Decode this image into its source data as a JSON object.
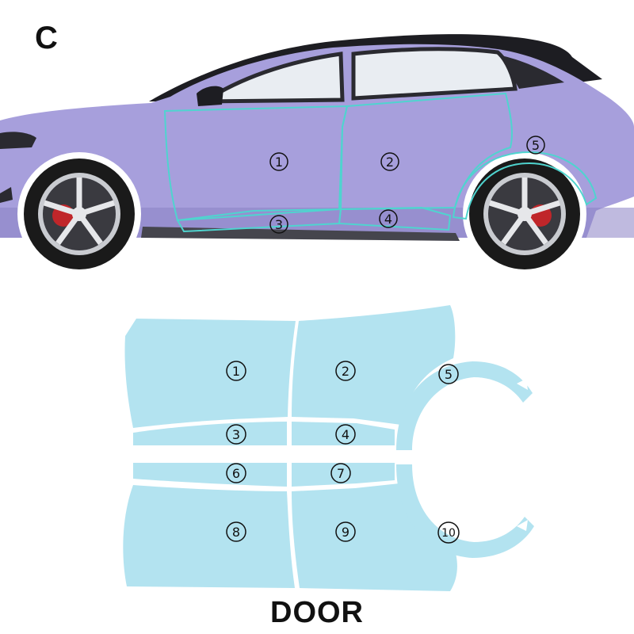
{
  "page_letter": "C",
  "footer_label": "DOOR",
  "colors": {
    "car_body": "#a79fdc",
    "car_body_dark": "#8a82c4",
    "film_outline": "#4fd4cf",
    "film_fill": "#b3e3f0",
    "window": "#e9edf2",
    "roof": "#1d1d22",
    "tire": "#1a1a1a",
    "trim": "#45454d"
  },
  "car_part_labels": [
    {
      "id": "1",
      "text": "1"
    },
    {
      "id": "2",
      "text": "2"
    },
    {
      "id": "3",
      "text": "3"
    },
    {
      "id": "4",
      "text": "4"
    },
    {
      "id": "5",
      "text": "5"
    }
  ],
  "film_piece_labels": [
    {
      "id": "1",
      "text": "1"
    },
    {
      "id": "2",
      "text": "2"
    },
    {
      "id": "3",
      "text": "3"
    },
    {
      "id": "4",
      "text": "4"
    },
    {
      "id": "5",
      "text": "5"
    },
    {
      "id": "6",
      "text": "6"
    },
    {
      "id": "7",
      "text": "7"
    },
    {
      "id": "8",
      "text": "8"
    },
    {
      "id": "9",
      "text": "9"
    },
    {
      "id": "10",
      "text": "10"
    }
  ]
}
